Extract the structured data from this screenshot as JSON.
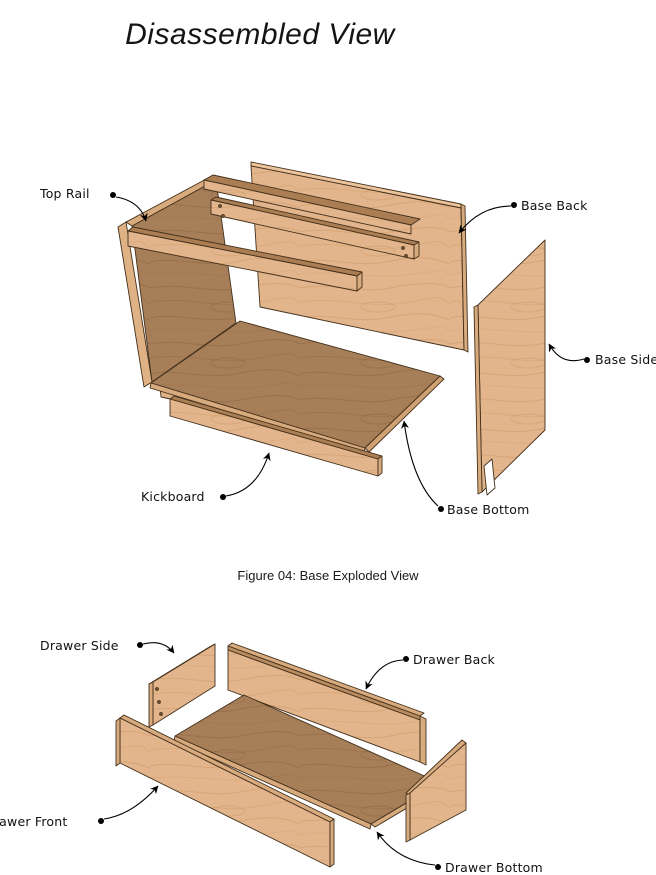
{
  "page": {
    "title": "Disassembled View"
  },
  "base_figure": {
    "caption": "Figure 04: Base Exploded View",
    "labels": {
      "top_rail": "Top Rail",
      "base_back": "Base Back",
      "base_side": "Base Side",
      "kickboard": "Kickboard",
      "base_bottom": "Base Bottom"
    }
  },
  "drawer_figure": {
    "labels": {
      "drawer_side": "Drawer Side",
      "drawer_back": "Drawer Back",
      "drawer_front": "Drawer Front",
      "drawer_bottom": "Drawer Bottom"
    }
  },
  "colors": {
    "wood_light": "#e2b58c",
    "wood_dark": "#a67e57",
    "wood_edge": "#d8ab7e",
    "wood_top": "#aa7e52",
    "outline": "#43301c",
    "label_text": "#111111",
    "background": "#ffffff"
  }
}
